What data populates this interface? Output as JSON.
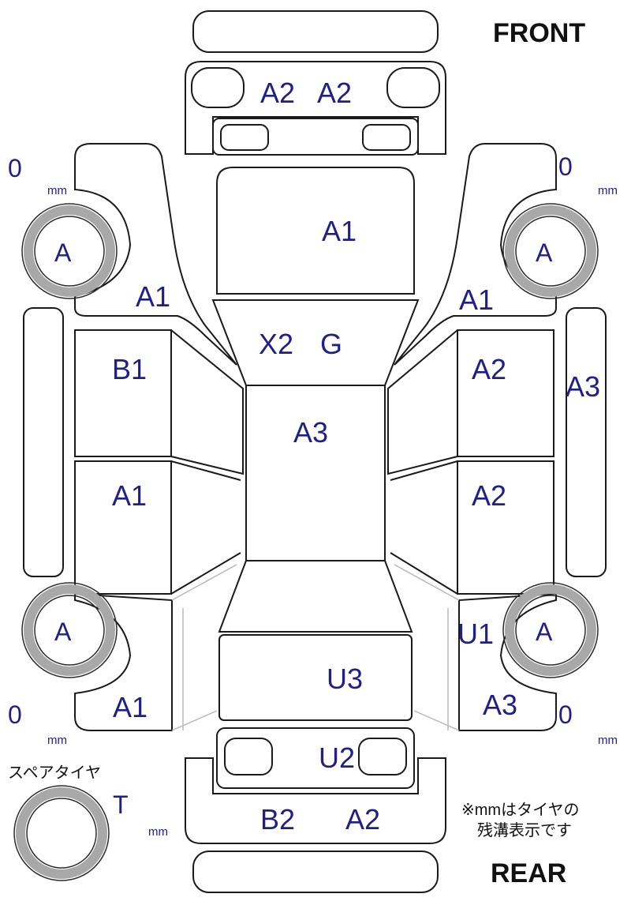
{
  "labels": {
    "front": "FRONT",
    "rear": "REAR",
    "spare_tire": "スペアタイヤ",
    "note_line1": "※mmはタイヤの",
    "note_line2": "残溝表示です"
  },
  "damage_codes": {
    "front_left": "A2",
    "front_right": "A2",
    "hood": "A1",
    "windshield_1": "X2",
    "windshield_2": "G",
    "roof": "A3",
    "trunk": "U3",
    "rear_glass": "U2",
    "rear_bumper_left": "B2",
    "rear_bumper_right": "A2",
    "left_fender": "A1",
    "left_front_door": "B1",
    "left_rear_door": "A1",
    "left_quarter": "A1",
    "right_fender": "A1",
    "right_front_door": "A2",
    "right_rear_door": "A2",
    "right_rocker": "A3",
    "right_quarter_1": "U1",
    "right_quarter_2": "A3"
  },
  "tires": {
    "front_left": {
      "code": "A",
      "depth": "0",
      "unit": "mm"
    },
    "front_right": {
      "code": "A",
      "depth": "0",
      "unit": "mm"
    },
    "rear_left": {
      "code": "A",
      "depth": "0",
      "unit": "mm"
    },
    "rear_right": {
      "code": "A",
      "depth": "0",
      "unit": "mm"
    },
    "spare": {
      "code": "T",
      "unit": "mm"
    }
  }
}
